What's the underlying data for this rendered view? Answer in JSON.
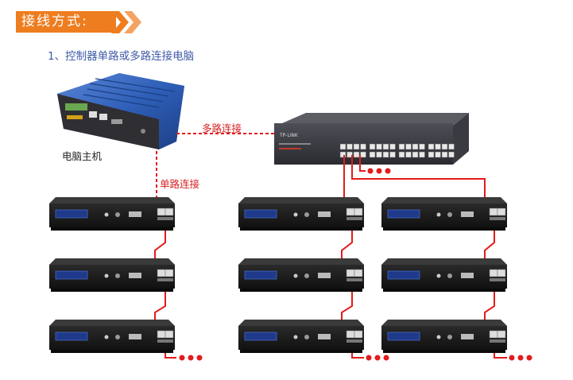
{
  "header": {
    "title": "接线方式:"
  },
  "subtitle": "1、控制器单路或多路连接电脑",
  "labels": {
    "computer": "电脑主机",
    "multi_link": "多路连接",
    "single_link": "单路连接",
    "switch_brand": "TP-LINK"
  },
  "colors": {
    "accent": "#ee7d20",
    "subtitle": "#3f5aa8",
    "cable": "#e31b1b",
    "device": "#1a1a1a"
  },
  "icons": [
    "chevron-right-icon",
    "ellipsis-dots-icon"
  ]
}
